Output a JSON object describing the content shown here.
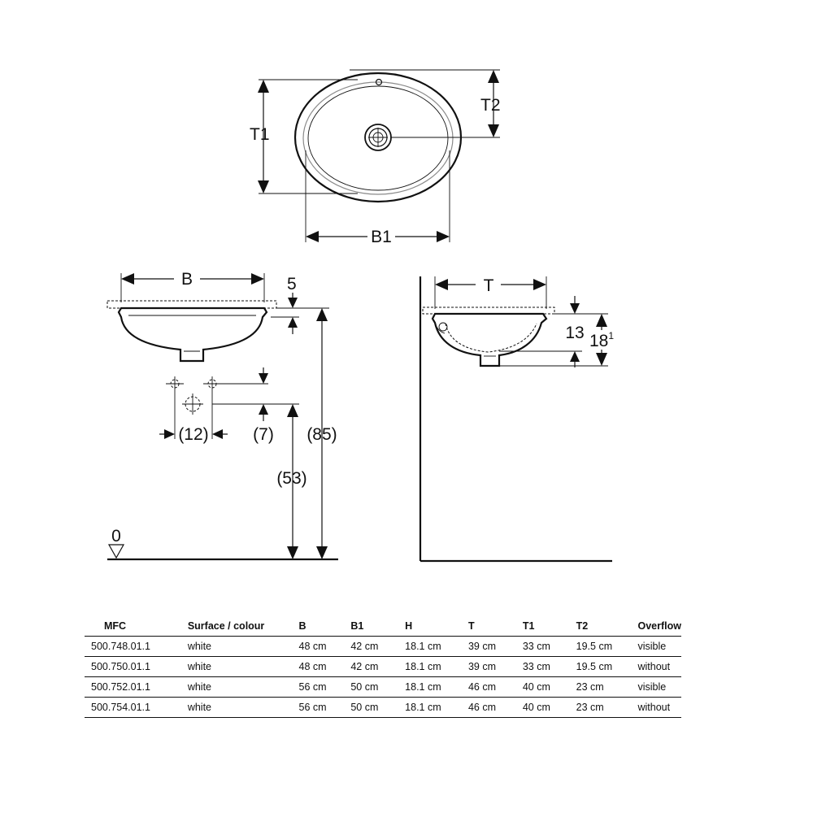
{
  "labels": {
    "t1": "T1",
    "t2": "T2",
    "b1": "B1",
    "b": "B",
    "five": "5",
    "twelve": "(12)",
    "seven": "(7)",
    "eighty_five": "(85)",
    "fifty_three": "(53)",
    "zero": "0",
    "t": "T",
    "thirteen": "13",
    "eighteen": "18",
    "superscript_one": "1"
  },
  "table": {
    "headers": [
      "MFC",
      "Surface / colour",
      "B",
      "B1",
      "H",
      "T",
      "T1",
      "T2",
      "Overflow"
    ],
    "rows": [
      [
        "500.748.01.1",
        "white",
        "48 cm",
        "42 cm",
        "18.1 cm",
        "39 cm",
        "33 cm",
        "19.5 cm",
        "visible"
      ],
      [
        "500.750.01.1",
        "white",
        "48 cm",
        "42 cm",
        "18.1 cm",
        "39 cm",
        "33 cm",
        "19.5 cm",
        "without"
      ],
      [
        "500.752.01.1",
        "white",
        "56 cm",
        "50 cm",
        "18.1 cm",
        "46 cm",
        "40 cm",
        "23 cm",
        "visible"
      ],
      [
        "500.754.01.1",
        "white",
        "56 cm",
        "50 cm",
        "18.1 cm",
        "46 cm",
        "40 cm",
        "23 cm",
        "without"
      ]
    ]
  }
}
